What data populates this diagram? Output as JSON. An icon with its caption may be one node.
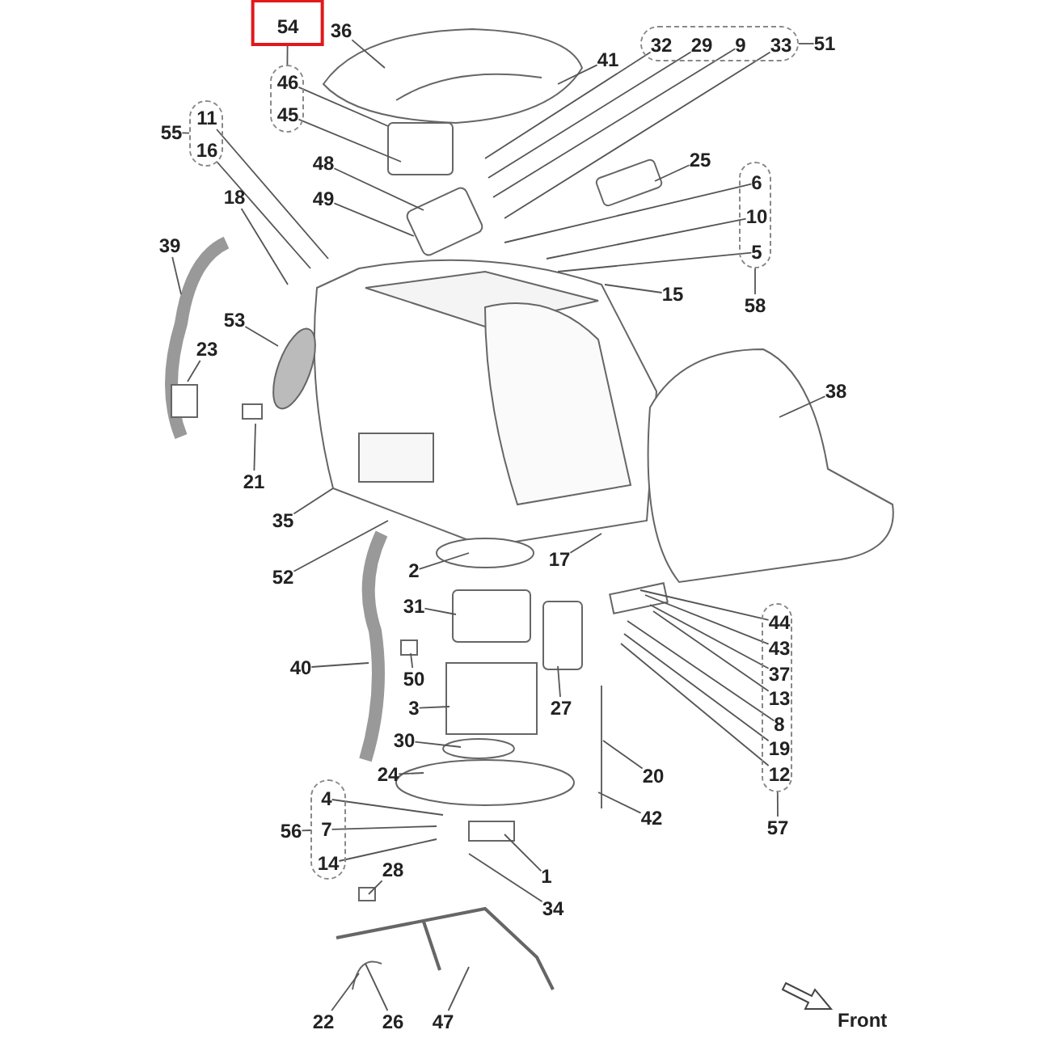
{
  "diagram": {
    "nodes": [
      {
        "text": [
          "54"
        ]
      },
      {
        "text": [],
        "shape": "box"
      },
      {
        "text": [
          "46"
        ],
        "in": 1
      },
      {
        "text": [
          "45"
        ],
        "in": 1
      },
      {
        "text": [
          "36"
        ]
      },
      {
        "text": [
          "41"
        ]
      },
      {
        "text": [],
        "shape": "box"
      },
      {
        "text": [
          "32"
        ],
        "in": 6
      },
      {
        "text": [
          "29"
        ],
        "in": 6
      },
      {
        "text": [
          "9"
        ],
        "in": 6
      },
      {
        "text": [
          "33"
        ],
        "in": 6
      },
      {
        "text": [
          "51"
        ]
      },
      {
        "text": [
          "25"
        ]
      },
      {
        "text": [],
        "shape": "box"
      },
      {
        "text": [
          "6"
        ],
        "in": 13
      },
      {
        "text": [
          "10"
        ],
        "in": 13
      },
      {
        "text": [
          "5"
        ],
        "in": 13
      },
      {
        "text": [
          "58"
        ]
      },
      {
        "text": [],
        "shape": "box"
      },
      {
        "text": [
          "11"
        ],
        "in": 18
      },
      {
        "text": [
          "16"
        ],
        "in": 18
      },
      {
        "text": [
          "55"
        ]
      },
      {
        "text": [
          "18"
        ]
      },
      {
        "text": [
          "48"
        ]
      },
      {
        "text": [
          "49"
        ]
      },
      {
        "text": [
          "39"
        ]
      },
      {
        "text": [
          "15"
        ]
      },
      {
        "text": [
          "53"
        ]
      },
      {
        "text": [
          "23"
        ]
      },
      {
        "text": [
          "38"
        ]
      },
      {
        "text": [
          "21"
        ]
      },
      {
        "text": [
          "35"
        ]
      },
      {
        "text": [
          "52"
        ]
      },
      {
        "text": [
          "2"
        ]
      },
      {
        "text": [
          "17"
        ]
      },
      {
        "text": [
          "31"
        ]
      },
      {
        "text": [
          "40"
        ]
      },
      {
        "text": [
          "50"
        ]
      },
      {
        "text": [
          "3"
        ]
      },
      {
        "text": [
          "27"
        ]
      },
      {
        "text": [
          "30"
        ]
      },
      {
        "text": [
          "24"
        ]
      },
      {
        "text": [
          "20"
        ]
      },
      {
        "text": [],
        "shape": "box"
      },
      {
        "text": [
          "44"
        ],
        "in": 43
      },
      {
        "text": [
          "43"
        ],
        "in": 43
      },
      {
        "text": [
          "37"
        ],
        "in": 43
      },
      {
        "text": [
          "13"
        ],
        "in": 43
      },
      {
        "text": [
          "8"
        ],
        "in": 43
      },
      {
        "text": [
          "19"
        ],
        "in": 43
      },
      {
        "text": [
          "12"
        ],
        "in": 43
      },
      {
        "text": [
          "57"
        ]
      },
      {
        "text": [
          "42"
        ]
      },
      {
        "text": [],
        "shape": "box"
      },
      {
        "text": [
          "4"
        ],
        "in": 53
      },
      {
        "text": [
          "7"
        ],
        "in": 53
      },
      {
        "text": [
          "14"
        ],
        "in": 53
      },
      {
        "text": [
          "56"
        ]
      },
      {
        "text": [
          "1"
        ]
      },
      {
        "text": [
          "34"
        ]
      },
      {
        "text": [
          "28"
        ]
      },
      {
        "text": [
          "22"
        ]
      },
      {
        "text": [
          "26"
        ]
      },
      {
        "text": [
          "47"
        ]
      }
    ],
    "edges": [
      {
        "from": 0,
        "to": 1,
        "arrow": "none"
      },
      {
        "from": 2,
        "to": null,
        "arrow": "none"
      },
      {
        "from": 3,
        "to": null,
        "arrow": "none"
      },
      {
        "from": 4,
        "to": null,
        "arrow": "none"
      },
      {
        "from": 5,
        "to": null,
        "arrow": "none"
      },
      {
        "from": 7,
        "to": null,
        "arrow": "none"
      },
      {
        "from": 8,
        "to": null,
        "arrow": "none"
      },
      {
        "from": 9,
        "to": null,
        "arrow": "none"
      },
      {
        "from": 10,
        "to": null,
        "arrow": "none"
      },
      {
        "from": 11,
        "to": 6,
        "arrow": "none"
      },
      {
        "from": 12,
        "to": null,
        "arrow": "none"
      },
      {
        "from": 14,
        "to": null,
        "arrow": "none"
      },
      {
        "from": 15,
        "to": null,
        "arrow": "none"
      },
      {
        "from": 16,
        "to": null,
        "arrow": "none"
      },
      {
        "from": 17,
        "to": 13,
        "arrow": "none"
      },
      {
        "from": 19,
        "to": null,
        "arrow": "none"
      },
      {
        "from": 20,
        "to": null,
        "arrow": "none"
      },
      {
        "from": 21,
        "to": 18,
        "arrow": "none"
      },
      {
        "from": 22,
        "to": null,
        "arrow": "none"
      },
      {
        "from": 23,
        "to": null,
        "arrow": "none"
      },
      {
        "from": 24,
        "to": null,
        "arrow": "none"
      },
      {
        "from": 25,
        "to": null,
        "arrow": "none"
      },
      {
        "from": 26,
        "to": null,
        "arrow": "none"
      },
      {
        "from": 27,
        "to": null,
        "arrow": "none"
      },
      {
        "from": 28,
        "to": null,
        "arrow": "none"
      },
      {
        "from": 29,
        "to": null,
        "arrow": "none"
      },
      {
        "from": 30,
        "to": null,
        "arrow": "none"
      },
      {
        "from": 31,
        "to": null,
        "arrow": "none"
      },
      {
        "from": 32,
        "to": null,
        "arrow": "none"
      },
      {
        "from": 33,
        "to": null,
        "arrow": "none"
      },
      {
        "from": 34,
        "to": null,
        "arrow": "none"
      },
      {
        "from": 35,
        "to": null,
        "arrow": "none"
      },
      {
        "from": 36,
        "to": null,
        "arrow": "none"
      },
      {
        "from": 37,
        "to": null,
        "arrow": "none"
      },
      {
        "from": 38,
        "to": null,
        "arrow": "none"
      },
      {
        "from": 39,
        "to": null,
        "arrow": "none"
      },
      {
        "from": 40,
        "to": null,
        "arrow": "none"
      },
      {
        "from": 41,
        "to": null,
        "arrow": "none"
      },
      {
        "from": 42,
        "to": null,
        "arrow": "none"
      },
      {
        "from": 44,
        "to": null,
        "arrow": "none"
      },
      {
        "from": 45,
        "to": null,
        "arrow": "none"
      },
      {
        "from": 46,
        "to": null,
        "arrow": "none"
      },
      {
        "from": 47,
        "to": null,
        "arrow": "none"
      },
      {
        "from": 48,
        "to": null,
        "arrow": "none"
      },
      {
        "from": 49,
        "to": null,
        "arrow": "none"
      },
      {
        "from": 50,
        "to": null,
        "arrow": "none"
      },
      {
        "from": 51,
        "to": 43,
        "arrow": "none"
      },
      {
        "from": 52,
        "to": null,
        "arrow": "none"
      },
      {
        "from": 54,
        "to": null,
        "arrow": "none"
      },
      {
        "from": 55,
        "to": null,
        "arrow": "none"
      },
      {
        "from": 56,
        "to": null,
        "arrow": "none"
      },
      {
        "from": 57,
        "to": 53,
        "arrow": "none"
      },
      {
        "from": 58,
        "to": null,
        "arrow": "none"
      },
      {
        "from": 59,
        "to": null,
        "arrow": "none"
      },
      {
        "from": 60,
        "to": null,
        "arrow": "none"
      },
      {
        "from": 61,
        "to": null,
        "arrow": "none"
      },
      {
        "from": 62,
        "to": null,
        "arrow": "none"
      },
      {
        "from": 63,
        "to": null,
        "arrow": "none"
      }
    ],
    "labels": [
      "Front"
    ]
  }
}
